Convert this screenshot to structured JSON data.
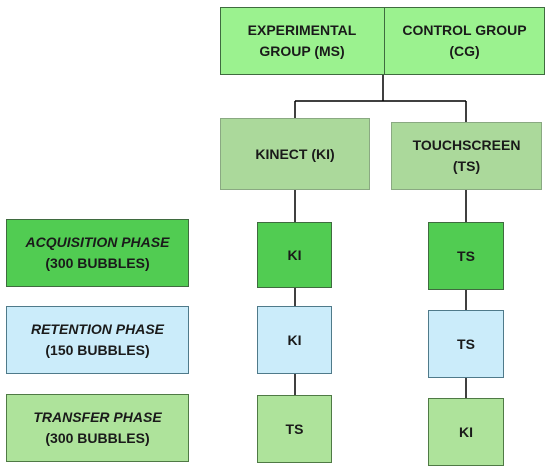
{
  "header": {
    "experimental_line1": "EXPERIMENTAL",
    "experimental_line2": "GROUP (MS)",
    "control_line1": "CONTROL GROUP",
    "control_line2": "(CG)"
  },
  "conditions": {
    "kinect_label": "KINECT (KI)",
    "touchscreen_line1": "TOUCHSCREEN",
    "touchscreen_line2": "(TS)"
  },
  "phases": [
    {
      "name": "ACQUISITION PHASE",
      "detail": "(300 BUBBLES)"
    },
    {
      "name": "RETENTION PHASE",
      "detail": "(150 BUBBLES)"
    },
    {
      "name": "TRANSFER PHASE",
      "detail": "(300 BUBBLES)"
    }
  ],
  "kinect_column": [
    "KI",
    "KI",
    "TS"
  ],
  "touchscreen_column": [
    "TS",
    "TS",
    "KI"
  ],
  "colors": {
    "top_green": "#9bf28f",
    "condition_green": "#abd99b",
    "acquisition_green": "#51cc52",
    "retention_blue": "#cbecfa",
    "transfer_green": "#aee39b",
    "border": "#3f6b3f",
    "line": "#000000"
  }
}
